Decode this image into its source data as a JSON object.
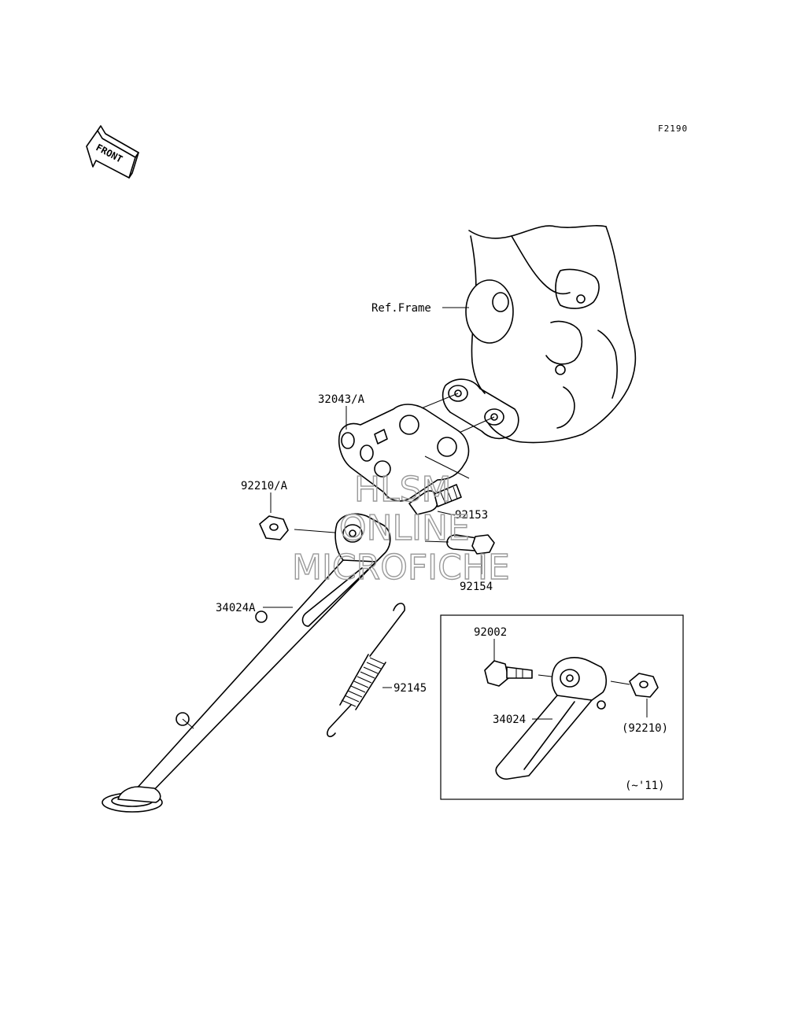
{
  "diagram": {
    "code": "F2190",
    "front_arrow": "FRONT",
    "ref_frame": "Ref.Frame",
    "parts": {
      "p32043a": "32043/A",
      "p92210a": "92210/A",
      "p92153": "92153",
      "p92154": "92154",
      "p34024a": "34024A",
      "p92145": "92145"
    },
    "inset": {
      "p92002": "92002",
      "p34024": "34024",
      "p92210": "(92210)",
      "model_range": "(~'11)"
    },
    "watermark": [
      "HLSM",
      "ONLINE",
      "MICROFICHE"
    ]
  }
}
